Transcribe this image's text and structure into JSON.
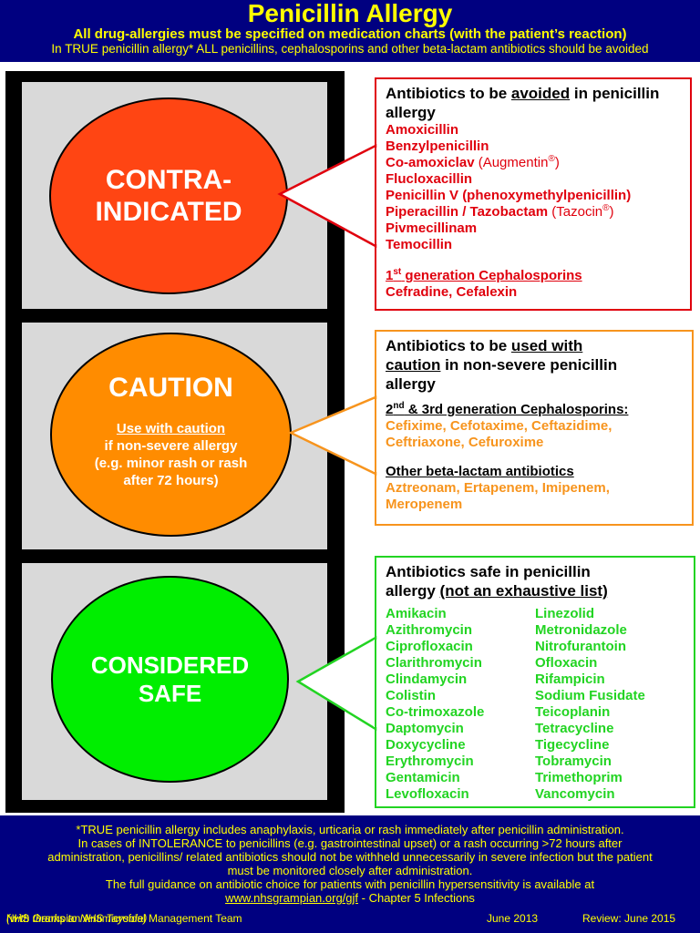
{
  "header": {
    "title": "Penicillin Allergy",
    "subtitle": "All drug-allergies must be specified on medication charts (with the patient’s reaction)",
    "note": "In TRUE penicillin allergy* ALL penicillins, cephalosporins and other beta-lactam antibiotics should be avoided"
  },
  "lights": {
    "red": {
      "line1": "CONTRA-",
      "line2": "INDICATED"
    },
    "amber": {
      "title": "CAUTION",
      "sub_u": "Use with caution",
      "sub1": "if non-severe allergy",
      "sub2": "(e.g. minor rash or rash",
      "sub3": "after 72 hours)"
    },
    "green": {
      "line1": "CONSIDERED",
      "line2": "SAFE"
    }
  },
  "avoid": {
    "h_pre": "Antibiotics to be ",
    "h_u": "avoided",
    "h_post": " in penicillin allergy",
    "items": {
      "amox": "Amoxicillin",
      "benzyl": "Benzylpenicillin",
      "coamox": "Co-amoxiclav",
      "coamox_brand": "(Augmentin",
      "reg": "®",
      "close": ")",
      "fluclox": "Flucloxacillin",
      "penv": "Penicillin V (phenoxymethylpenicillin)",
      "pip": "Piperacillin / Tazobactam",
      "pip_brand": "(Tazocin",
      "pivmec": "Pivmecillinam",
      "temo": "Temocillin"
    },
    "ceph_num": "1",
    "ceph_sup": "st",
    "ceph_text": " generation Cephalosporins",
    "ceph_list": "Cefradine, Cefalexin"
  },
  "caution": {
    "h_pre": "Antibiotics to be ",
    "h_u1": "used with",
    "h_u2": "caution",
    "h_post": " in non-severe penicillin",
    "h_line3": "allergy",
    "ceph_num": "2",
    "ceph_sup": "nd",
    "ceph_text": " & 3rd generation Cephalosporins:",
    "ceph_list1": "Cefixime, Cefotaxime, Ceftazidime,",
    "ceph_list2": "Ceftriaxone, Cefuroxime",
    "bl_heading": "Other beta-lactam antibiotics",
    "bl_list1": "Aztreonam, Ertapenem, Imipenem,",
    "bl_list2": "Meropenem"
  },
  "safe": {
    "h_line1": "Antibiotics safe in penicillin",
    "h_pre": "allergy ",
    "h_u": "(not an exhaustive list)",
    "col1": [
      "Amikacin",
      "Azithromycin",
      "Ciprofloxacin",
      "Clarithromycin",
      "Clindamycin",
      "Colistin",
      "Co-trimoxazole",
      "Daptomycin",
      "Doxycycline",
      "Erythromycin",
      "Gentamicin",
      "Levofloxacin"
    ],
    "col2": [
      "Linezolid",
      "Metronidazole",
      "Nitrofurantoin",
      "Ofloxacin",
      "Rifampicin",
      "Sodium Fusidate",
      "Teicoplanin",
      "Tetracycline",
      "Tigecycline",
      "Tobramycin",
      "Trimethoprim",
      "Vancomycin"
    ]
  },
  "footer": {
    "l1": "*TRUE penicillin allergy includes anaphylaxis, urticaria or rash immediately after penicillin administration.",
    "l2": "In cases of INTOLERANCE to penicillins (e.g. gastrointestinal upset) or a rash occurring >72 hours after",
    "l3": "administration, penicillins/ related antibiotics should not be withheld unnecessarily in severe infection but the patient",
    "l4": "must be monitored closely after administration.",
    "l5": "The full guidance on antibiotic choice for patients with penicillin hypersensitivity is available at",
    "link": "www.nhsgrampian.org/gjf",
    "link_suffix": " - Chapter 5 Infections",
    "team": "NHS Grampian Antimicrobial Management Team ",
    "thanks": "(with thanks to NHS Tayside)",
    "date": "June 2013",
    "review": "Review: June 2015"
  },
  "colors": {
    "navy": "#000080",
    "yellow": "#ffff00",
    "red": "#e0000d",
    "amber": "#f7941d",
    "green": "#22d422"
  }
}
